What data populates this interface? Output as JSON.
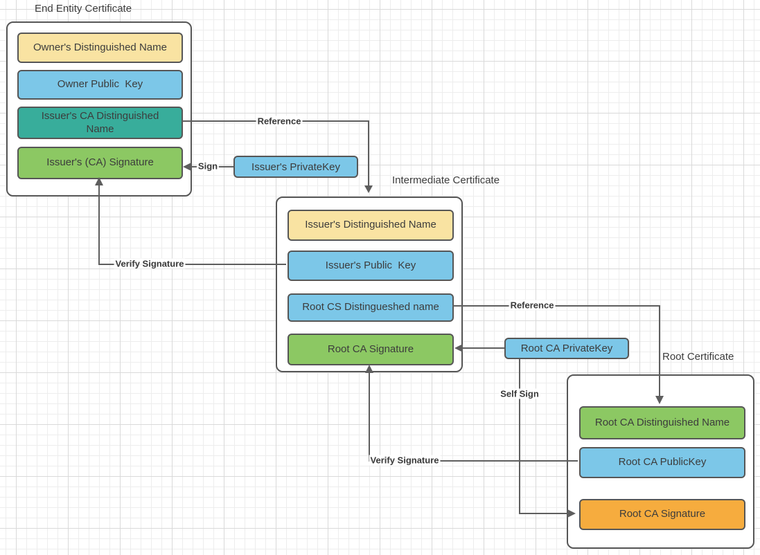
{
  "colors": {
    "yellow": "#F9E3A2",
    "blue": "#7CC7E8",
    "teal": "#38AD9B",
    "green": "#8CC863",
    "orange": "#F6AC3E",
    "stroke": "#565656",
    "connector": "#5E5E5E",
    "text": "#3C3C3C",
    "label": "#3A3A3A"
  },
  "groups": [
    {
      "title": "End Entity Certificate",
      "fields": [
        {
          "label": "Owner's Distinguished Name",
          "fill": "#F9E3A2"
        },
        {
          "label": "Owner Public  Key",
          "fill": "#7CC7E8"
        },
        {
          "label": "Issuer's CA Distinguished\nName",
          "fill": "#38AD9B"
        },
        {
          "label": "Issuer's (CA) Signature",
          "fill": "#8CC863"
        }
      ]
    },
    {
      "title": "Intermediate Certificate",
      "fields": [
        {
          "label": "Issuer's Distinguished Name",
          "fill": "#F9E3A2"
        },
        {
          "label": "Issuer's Public  Key",
          "fill": "#7CC7E8"
        },
        {
          "label": "Root CS Distingueshed name",
          "fill": "#7CC7E8"
        },
        {
          "label": "Root CA Signature",
          "fill": "#8CC863"
        }
      ]
    },
    {
      "title": "Root Certificate",
      "fields": [
        {
          "label": "Root CA Distinguished Name",
          "fill": "#8CC863"
        },
        {
          "label": "Root CA PublicKey",
          "fill": "#7CC7E8"
        },
        {
          "label": "Root CA Signature",
          "fill": "#F6AC3E"
        }
      ]
    }
  ],
  "nodes": [
    {
      "label": "Issuer's PrivateKey",
      "fill": "#7CC7E8"
    },
    {
      "label": "Root CA PrivateKey",
      "fill": "#7CC7E8"
    }
  ],
  "connector_labels": {
    "reference_end_to_intermediate": "Reference",
    "sign": "Sign",
    "verify_intermediate_to_end": "Verify Signature",
    "reference_intermediate_to_root": "Reference",
    "self_sign": "Self Sign",
    "verify_root_to_intermediate": "Verify Signature"
  }
}
